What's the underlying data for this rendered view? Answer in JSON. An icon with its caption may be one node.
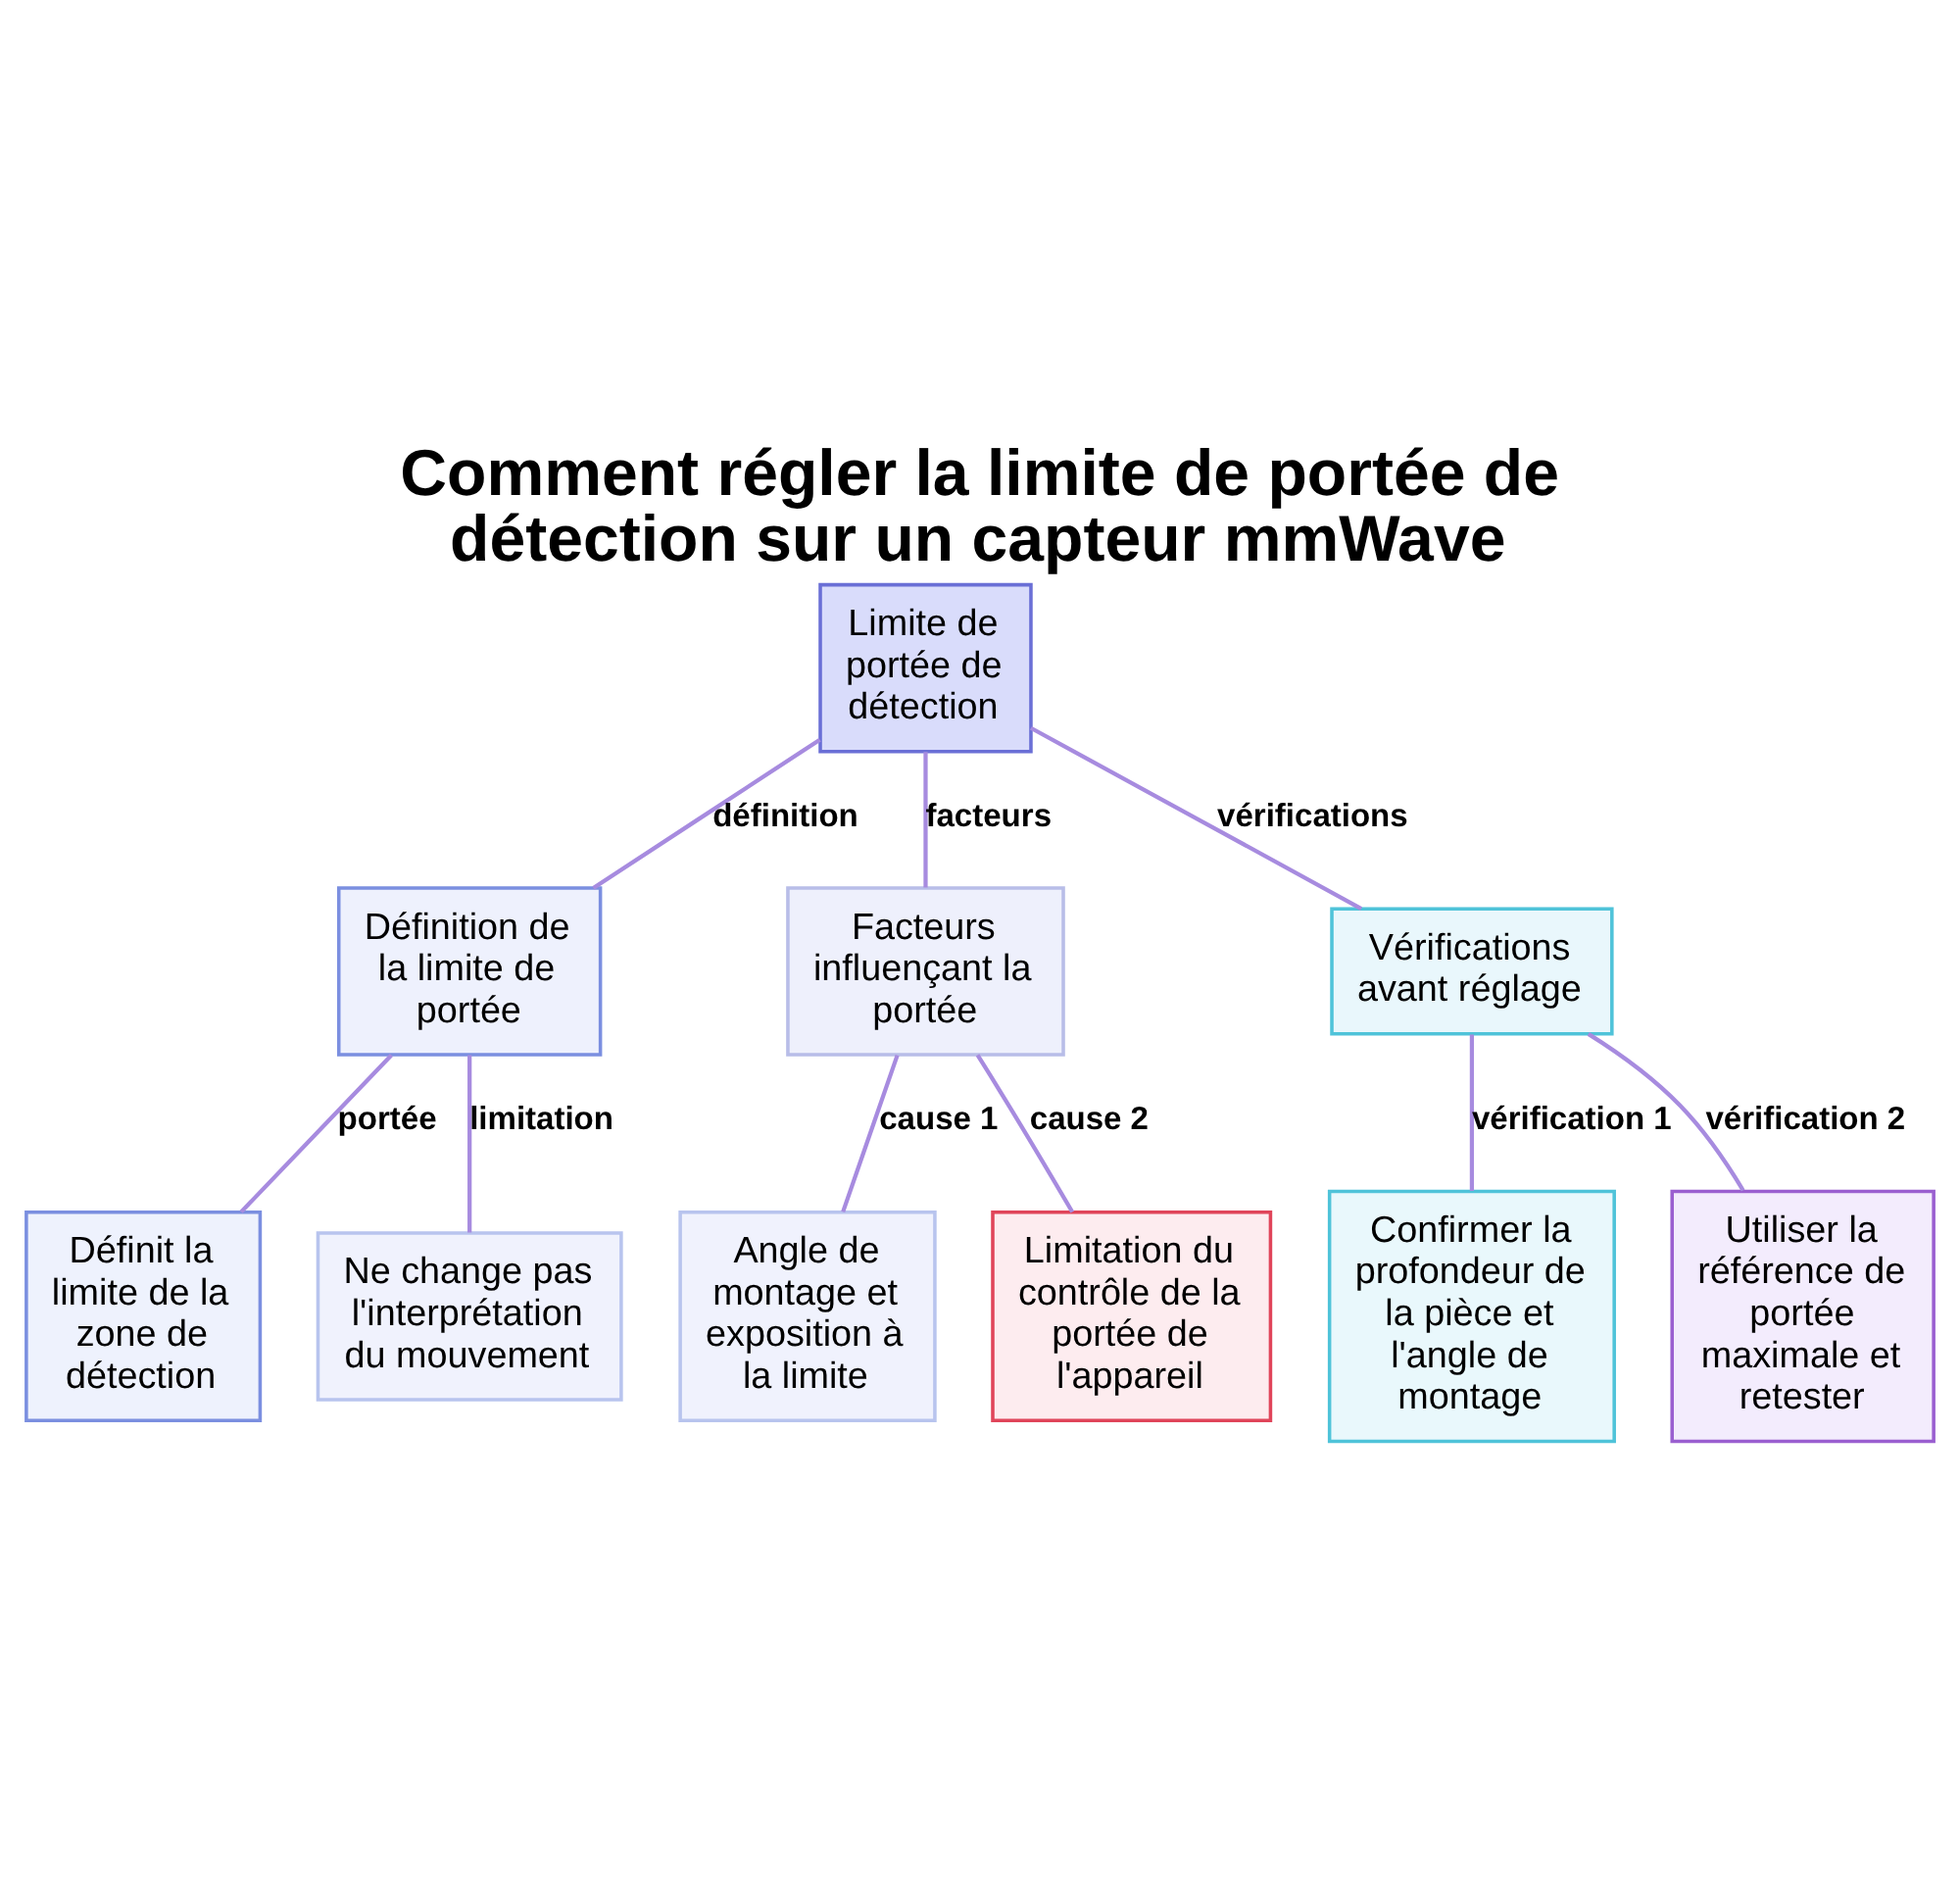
{
  "diagram": {
    "title": "Comment régler la limite de portée de détection sur un capteur mmWave",
    "nodes": [
      {
        "text": [
          "Limite de portée de détection"
        ]
      },
      {
        "text": [
          "Définition de la limite de portée"
        ]
      },
      {
        "text": [
          "Facteurs influençant la portée"
        ]
      },
      {
        "text": [
          "Vérifications avant réglage"
        ]
      },
      {
        "text": [
          "Définit la limite de la zone de détection"
        ]
      },
      {
        "text": [
          "Ne change pas l'interprétation du mouvement"
        ]
      },
      {
        "text": [
          "Angle de montage et exposition à la limite"
        ]
      },
      {
        "text": [
          "Limitation du contrôle de la portée de l'appareil"
        ]
      },
      {
        "text": [
          "Confirmer la profondeur de la pièce et l'angle de montage"
        ]
      },
      {
        "text": [
          "Utiliser la référence de portée maximale et retester"
        ]
      }
    ],
    "edges": [
      {
        "from": 0,
        "to": 1,
        "arrow": "none",
        "label": "définition"
      },
      {
        "from": 0,
        "to": 2,
        "arrow": "none",
        "label": "facteurs"
      },
      {
        "from": 0,
        "to": 3,
        "arrow": "none",
        "label": "vérifications"
      },
      {
        "from": 1,
        "to": 4,
        "arrow": "none",
        "label": "portée"
      },
      {
        "from": 1,
        "to": 5,
        "arrow": "none",
        "label": "limitation"
      },
      {
        "from": 2,
        "to": 6,
        "arrow": "none",
        "label": "cause 1"
      },
      {
        "from": 2,
        "to": 7,
        "arrow": "none",
        "label": "cause 2"
      },
      {
        "from": 3,
        "to": 8,
        "arrow": "none",
        "label": "vérification 1"
      },
      {
        "from": 3,
        "to": 9,
        "arrow": "none",
        "label": "vérification 2"
      }
    ]
  }
}
